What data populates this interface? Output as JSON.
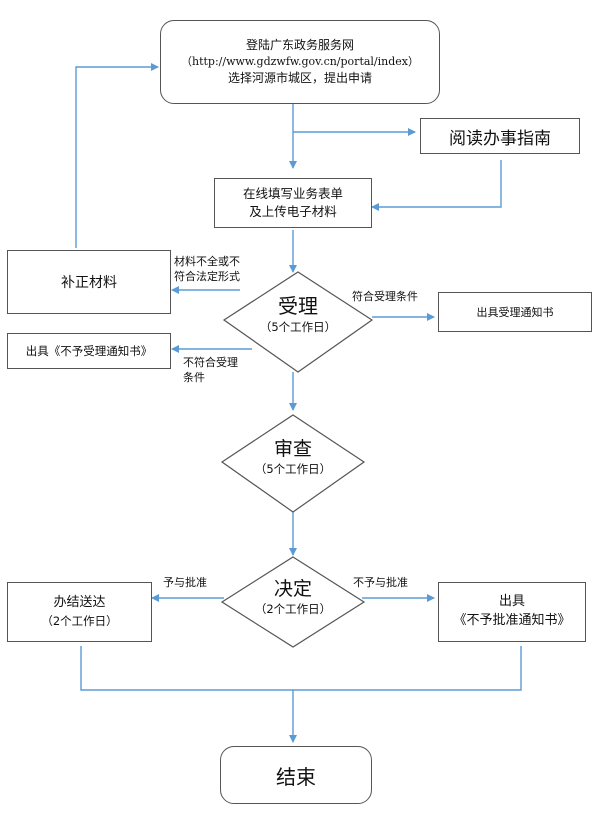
{
  "nodes": {
    "start": {
      "line1": "登陆广东政务服务网",
      "line2": "（http://www.gdzwfw.gov.cn/portal/index）",
      "line3": "选择河源市城区，提出申请"
    },
    "guide": {
      "label": "阅读办事指南"
    },
    "fill": {
      "line1": "在线填写业务表单",
      "line2": "及上传电子材料"
    },
    "correct": {
      "label": "补正材料"
    },
    "accept": {
      "title": "受理",
      "sub": "（5个工作日）"
    },
    "notice_accept": {
      "label": "出具受理通知书"
    },
    "notice_reject": {
      "label": "出具《不予受理通知书》"
    },
    "review": {
      "title": "审查",
      "sub": "（5个工作日）"
    },
    "decide": {
      "title": "决定",
      "sub": "（2个工作日）"
    },
    "deliver": {
      "line1": "办结送达",
      "line2": "（2个工作日）"
    },
    "notice_deny": {
      "line1": "出具",
      "line2": "《不予批准通知书》"
    },
    "end": {
      "label": "结束"
    }
  },
  "edge_labels": {
    "incomplete_line1": "材料不全或不",
    "incomplete_line2": "符合法定形式",
    "meets": "符合受理条件",
    "not_meet_line1": "不符合受理",
    "not_meet_line2": "条件",
    "approve": "予与批准",
    "deny": "不予与批准"
  },
  "colors": {
    "arrow": "#5b9bd5",
    "border": "#555555"
  }
}
